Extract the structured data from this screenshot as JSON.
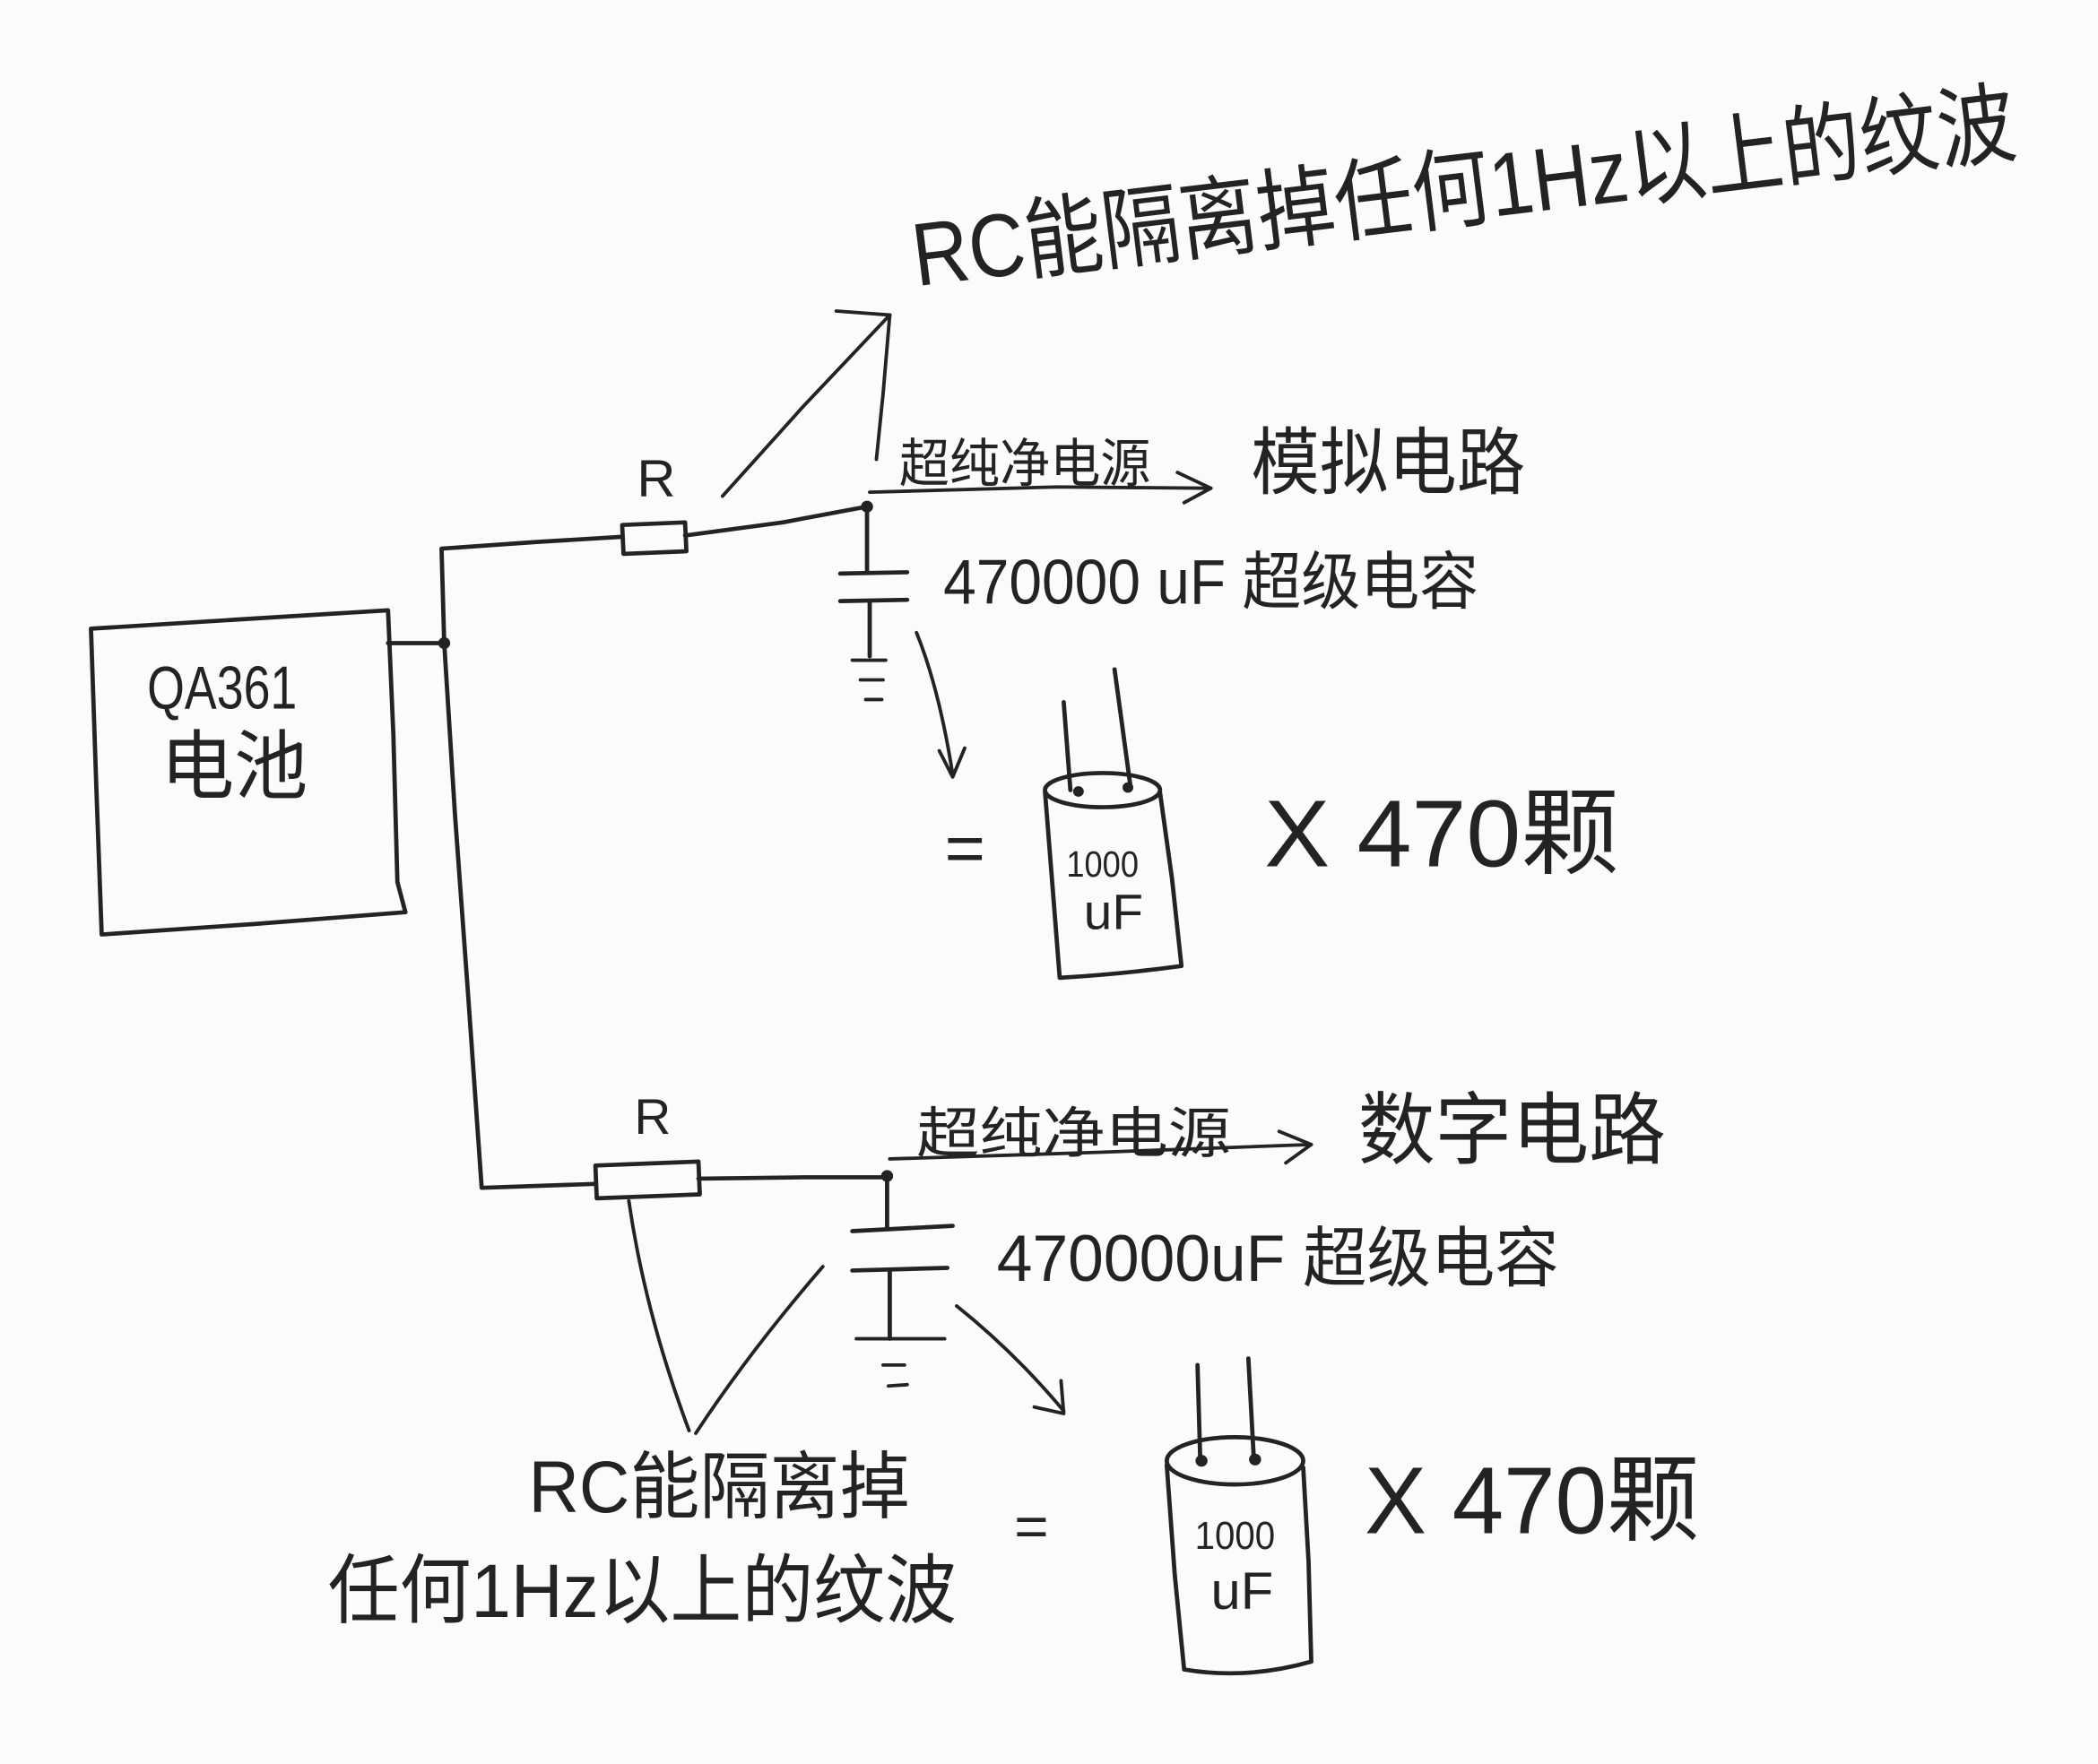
{
  "battery": {
    "model": "QA361",
    "name": "电池"
  },
  "analog_branch": {
    "resistor": "R",
    "supply": "超纯净电源",
    "load": "模拟电路",
    "supercap": "470000 uF 超级电容",
    "equals": "=",
    "cap_value": "1000",
    "cap_unit": "uF",
    "count": "X 470颗",
    "rc_note": "RC能隔离掉任何1Hz以上的纹波"
  },
  "digital_branch": {
    "resistor": "R",
    "supply": "超纯净电源",
    "load": "数字电路",
    "supercap": "470000uF 超级电容",
    "equals": "=",
    "cap_value": "1000",
    "cap_unit": "uF",
    "count": "X 470颗",
    "rc_note_line1": "RC能隔离掉",
    "rc_note_line2": "任何1Hz以上的纹波"
  }
}
